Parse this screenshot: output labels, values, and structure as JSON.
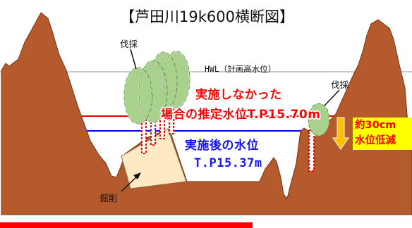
{
  "title": "【芦田川19k600横断図】",
  "hwl_label": "HWL（計画高水位）",
  "cut_label_left": "伐採",
  "cut_label_right": "伐採",
  "excavation_label": "掘削",
  "without_works": {
    "line1": "実施しなかった",
    "line2": "場合の推定水位T.P15.70m"
  },
  "with_works": {
    "line1": "実施後の水位",
    "line2": "T.P15.37m"
  },
  "reduction": {
    "line1": "約30cm",
    "line2": "水位低減"
  },
  "colors": {
    "ground": "#b55a2c",
    "excavation": "#fde9c4",
    "tree": "#a9d18e",
    "red": "#ff0000",
    "blue": "#0000ff",
    "highlight": "#ffff00",
    "arrow": "#ffc000"
  }
}
